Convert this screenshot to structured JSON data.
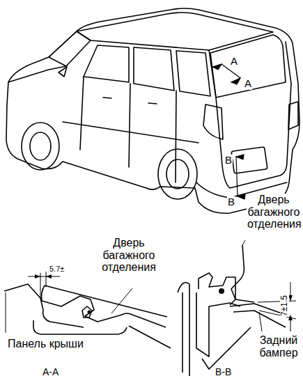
{
  "diagram": {
    "labels": [
      "A",
      "A",
      "B",
      "B",
      "Дверь багажного отделения",
      "Дверь багажного отделения",
      "5.7±",
      "7±1.5",
      "Панель крыши",
      "Задний бампер",
      "A-A",
      "B-B"
    ]
  }
}
